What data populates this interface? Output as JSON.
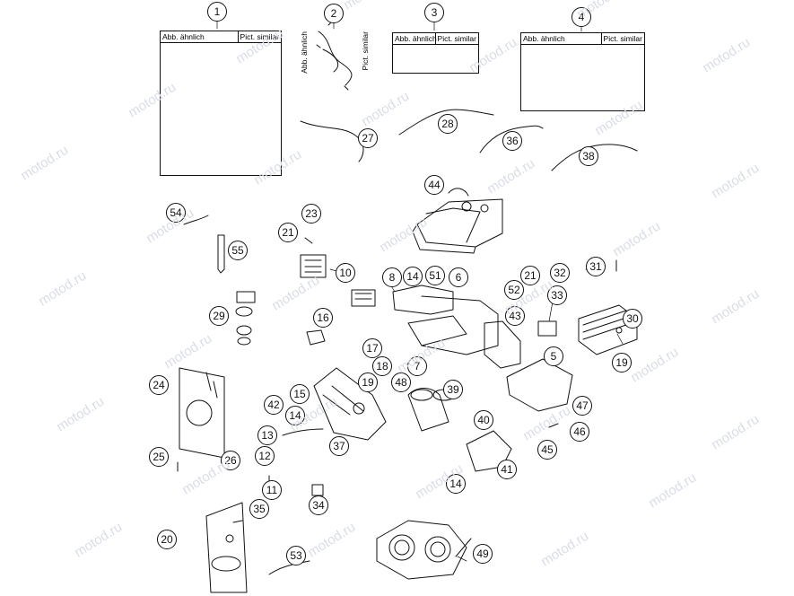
{
  "watermark": "motod.ru",
  "similar_labels": {
    "german": "Abb. ähnlich",
    "english": "Pict. similar"
  },
  "callouts": [
    "1",
    "2",
    "3",
    "4",
    "27",
    "28",
    "36",
    "38",
    "44",
    "54",
    "23",
    "21",
    "55",
    "10",
    "8",
    "14",
    "51",
    "6",
    "21",
    "32",
    "31",
    "52",
    "33",
    "29",
    "16",
    "43",
    "30",
    "17",
    "18",
    "5",
    "19",
    "7",
    "19",
    "48",
    "39",
    "24",
    "15",
    "42",
    "14",
    "40",
    "47",
    "13",
    "46",
    "37",
    "45",
    "12",
    "41",
    "25",
    "26",
    "14",
    "11",
    "34",
    "35",
    "20",
    "53",
    "49"
  ]
}
